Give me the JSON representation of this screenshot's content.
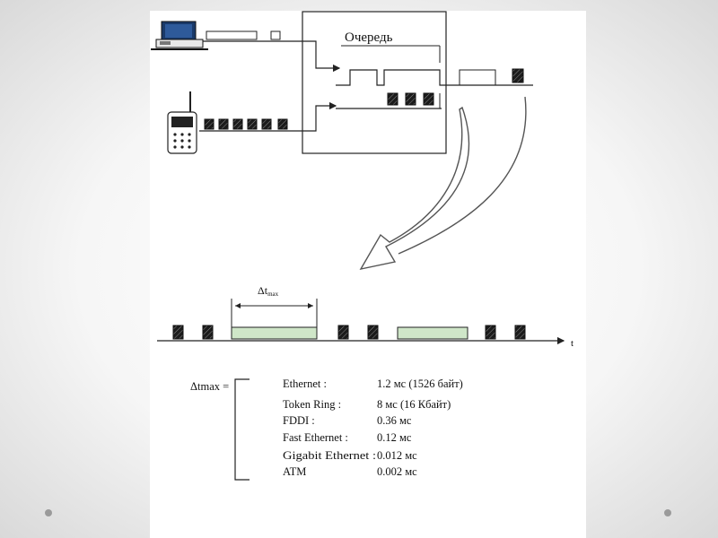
{
  "diagram": {
    "queue_label": "Очередь",
    "time_axis_label": "t",
    "delta_label": "Δt",
    "delta_subscript": "max",
    "equation_lhs": "Δtmax =",
    "table": [
      {
        "network": "Ethernet :",
        "value": "1.2 мс (1526 байт)"
      },
      {
        "network": "Token Ring :",
        "value": "8 мс (16 Кбайт)"
      },
      {
        "network": "FDDI :",
        "value": "0.36 мс"
      },
      {
        "network": "Fast Ethernet :",
        "value": "0.12 мс"
      },
      {
        "network": "Gigabit Ethernet :",
        "value": "0.012 мс"
      },
      {
        "network": "ATM",
        "value": "0.002 мс"
      }
    ],
    "colors": {
      "long_frame_fill": "#cfe6c8",
      "cell_fill": "#1a1a1a",
      "arrow_stroke": "#3a3a3a"
    }
  },
  "icons": [
    "computer-icon",
    "cell-phone-icon"
  ]
}
